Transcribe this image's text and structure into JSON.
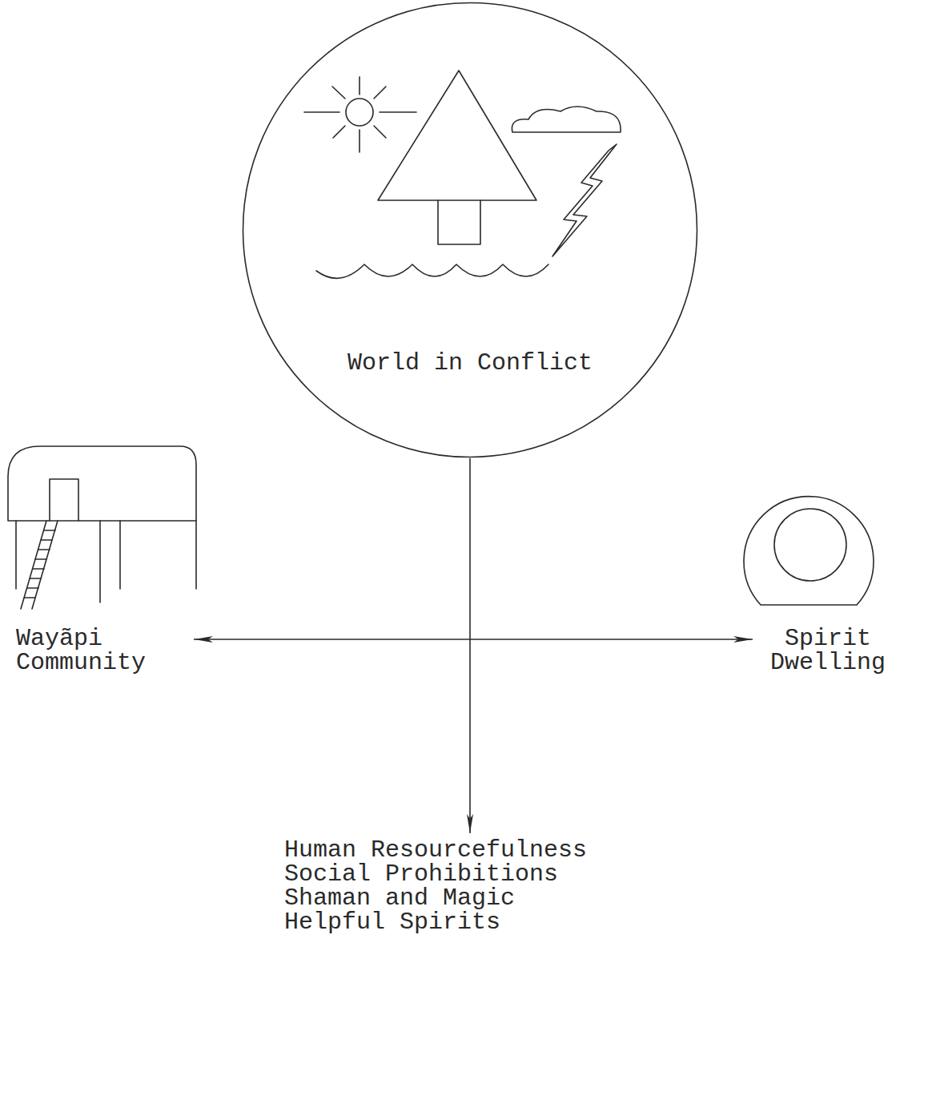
{
  "diagram": {
    "nodes": [
      {
        "text": [
          "World in Conflict"
        ]
      },
      {
        "text": [
          "Wayãpi Community"
        ]
      },
      {
        "text": [
          "Spirit Dwelling"
        ]
      },
      {
        "text": [
          "Human Resourcefulness",
          "Social Prohibitions",
          "Shaman and Magic",
          "Helpful Spirits"
        ]
      }
    ],
    "edges": [
      {
        "from": 1,
        "to": 2,
        "arrow": "both"
      },
      {
        "from": 0,
        "to": 3,
        "arrow": "to"
      }
    ]
  }
}
